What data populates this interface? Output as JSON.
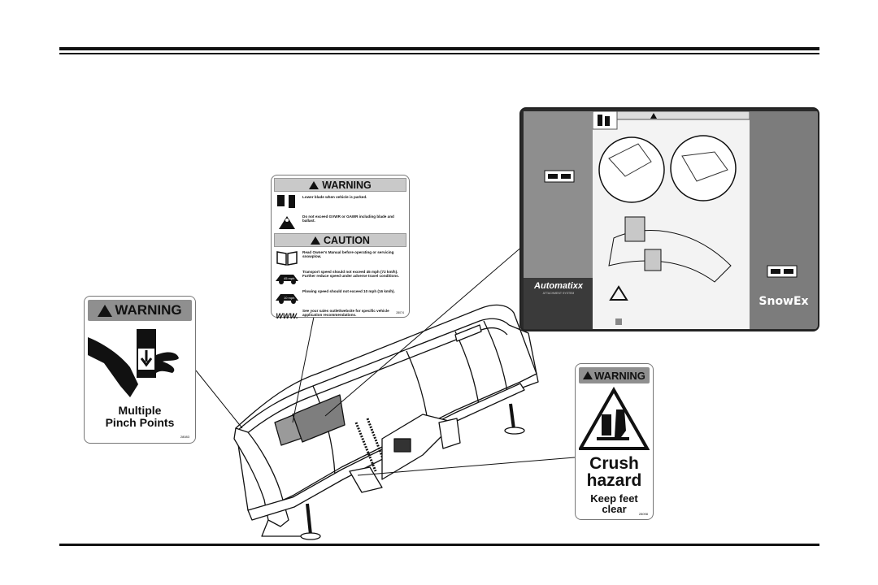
{
  "page": {
    "colors": {
      "ink": "#111111",
      "decal_grey": "#8f8f8f",
      "panel_dark": "#2a2a2a"
    }
  },
  "decals": {
    "pinch": {
      "header": "WARNING",
      "line1": "Multiple",
      "line2": "Pinch Points",
      "code": "28083",
      "icons": [
        "warning-triangle-icon",
        "hand-pinch-icon"
      ]
    },
    "combo": {
      "warning_header": "WARNING",
      "caution_header": "CAUTION",
      "warning_items": [
        "Lower blade when vehicle is parked.",
        "Do not exceed GVWR or GAWR including blade and ballast."
      ],
      "caution_items": [
        "Read Owner's Manual before operating or servicing snowplow.",
        "Transport speed should not exceed 45 mph (72 km/h). Further reduce speed under adverse travel conditions.",
        "Plowing speed should not exceed 10 mph (16 km/h).",
        "See your sales outlet/website for specific vehicle application recommendations."
      ],
      "speed_45": "45 mph",
      "speed_10": "10 mph",
      "www": "WWW.",
      "code": "28074"
    },
    "crush": {
      "header": "WARNING",
      "big1": "Crush",
      "big2": "hazard",
      "small1": "Keep feet",
      "small2": "clear",
      "code": "28098"
    },
    "automatixx": {
      "brand_left": "Automatixx",
      "brand_sub": "ATTACHMENT SYSTEM",
      "brand_right": "SnowEx"
    }
  }
}
